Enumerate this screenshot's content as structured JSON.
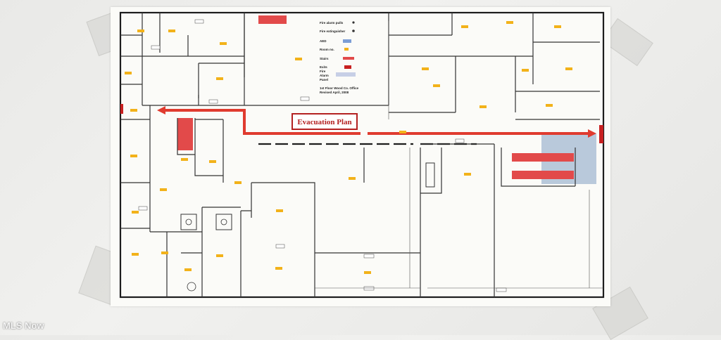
{
  "plan": {
    "title": "Evacuation Plan",
    "legend": {
      "fire_alarm_pulls": "Fire alarm pulls",
      "fire_extinguisher": "Fire extinguisher",
      "aed": "AED",
      "room_no": "Room no.",
      "stairs": "Stairs",
      "exits": "Exits",
      "fire_alarm_panel_line1": "Fire",
      "fire_alarm_panel_line2": "Alarm",
      "fire_alarm_panel_line3": "Panel",
      "caption_line1": "1st Floor Wood Co. Office",
      "caption_line2": "Revised April, 2008"
    },
    "colors": {
      "stairs": "#e24a4a",
      "exit": "#c72020",
      "route": "#e03b2f",
      "room_tag": "#f2b21a",
      "blue_area": "#b9c9db"
    }
  },
  "watermark": "MLS Now"
}
